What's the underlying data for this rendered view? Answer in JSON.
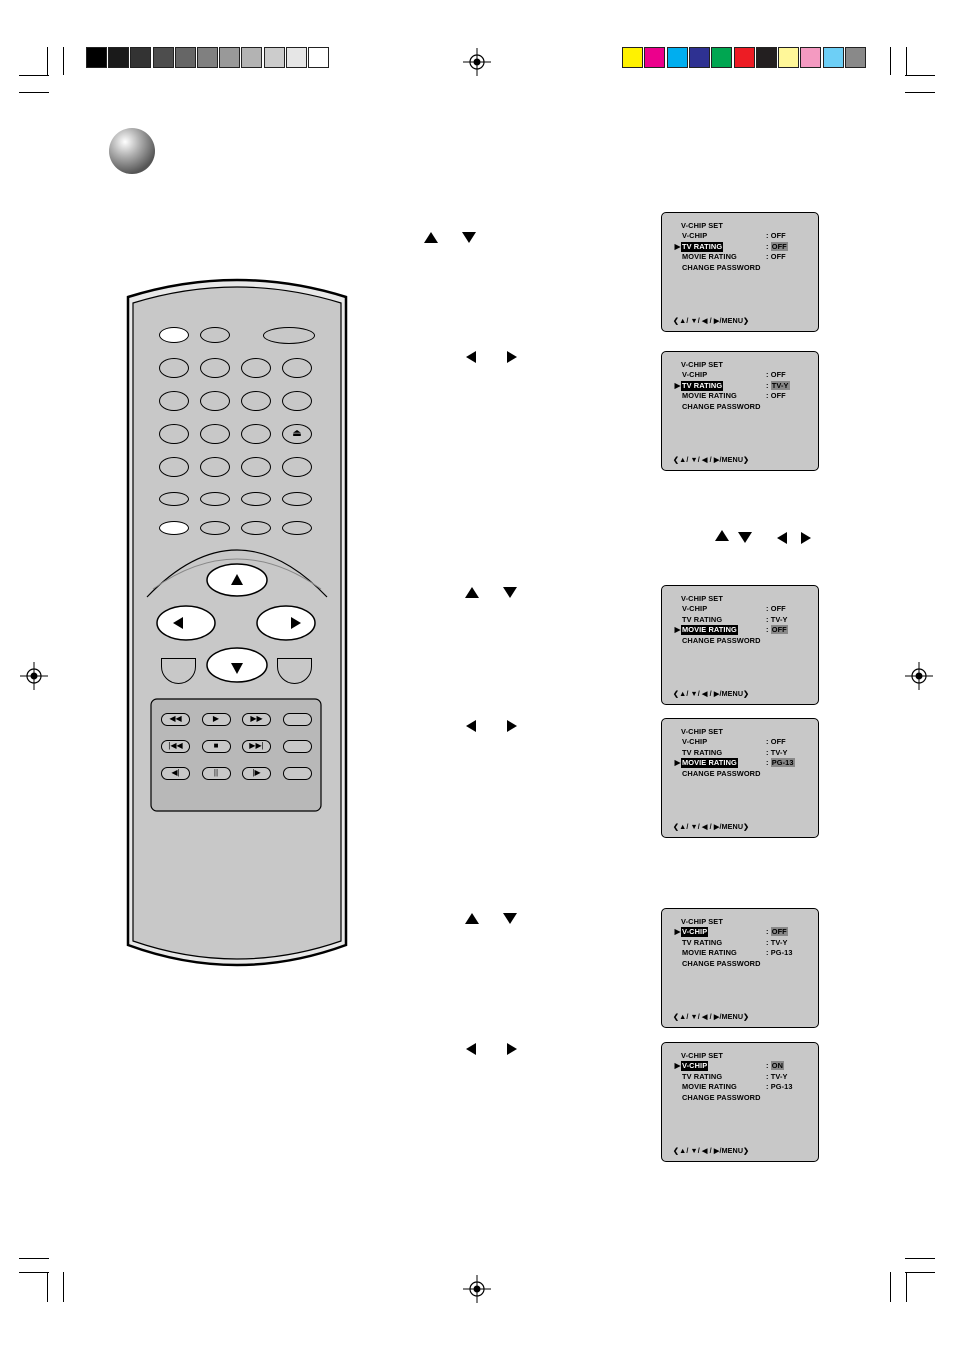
{
  "print_marks": {
    "gray_swatches": [
      "#000000",
      "#1a1a1a",
      "#333333",
      "#4d4d4d",
      "#666666",
      "#808080",
      "#999999",
      "#b3b3b3",
      "#cccccc",
      "#e6e6e6",
      "#ffffff"
    ],
    "color_swatches": [
      "#fff200",
      "#ec008c",
      "#00aeef",
      "#2e3192",
      "#00a651",
      "#ed1c24",
      "#231f20",
      "#fff799",
      "#f49ac1",
      "#6dcff6",
      "#898989"
    ]
  },
  "osd_screens": [
    {
      "title": "V-CHIP SET",
      "rows": [
        {
          "cursor": "",
          "label": "V-CHIP",
          "value": ": OFF",
          "selected": false
        },
        {
          "cursor": "▶",
          "label": "TV RATING",
          "value": ": OFF",
          "selected": true
        },
        {
          "cursor": "",
          "label": "MOVIE RATING",
          "value": ": OFF",
          "selected": false
        },
        {
          "cursor": "",
          "label": "CHANGE PASSWORD",
          "value": "",
          "selected": false
        }
      ],
      "nav": "❮▲/ ▼/ ◀ / ▶/MENU❯"
    },
    {
      "title": "V-CHIP SET",
      "rows": [
        {
          "cursor": "",
          "label": "V-CHIP",
          "value": ": OFF",
          "selected": false
        },
        {
          "cursor": "▶",
          "label": "TV RATING",
          "value": ": TV-Y",
          "selected": true
        },
        {
          "cursor": "",
          "label": "MOVIE RATING",
          "value": ": OFF",
          "selected": false
        },
        {
          "cursor": "",
          "label": "CHANGE PASSWORD",
          "value": "",
          "selected": false
        }
      ],
      "nav": "❮▲/ ▼/ ◀ / ▶/MENU❯"
    },
    {
      "title": "V-CHIP SET",
      "rows": [
        {
          "cursor": "",
          "label": "V-CHIP",
          "value": ": OFF",
          "selected": false
        },
        {
          "cursor": "",
          "label": "TV RATING",
          "value": ": TV-Y",
          "selected": false
        },
        {
          "cursor": "▶",
          "label": "MOVIE RATING",
          "value": ": OFF",
          "selected": true
        },
        {
          "cursor": "",
          "label": "CHANGE PASSWORD",
          "value": "",
          "selected": false
        }
      ],
      "nav": "❮▲/ ▼/ ◀ / ▶/MENU❯"
    },
    {
      "title": "V-CHIP SET",
      "rows": [
        {
          "cursor": "",
          "label": "V-CHIP",
          "value": ": OFF",
          "selected": false
        },
        {
          "cursor": "",
          "label": "TV RATING",
          "value": ": TV-Y",
          "selected": false
        },
        {
          "cursor": "▶",
          "label": "MOVIE RATING",
          "value": ": PG-13",
          "selected": true
        },
        {
          "cursor": "",
          "label": "CHANGE PASSWORD",
          "value": "",
          "selected": false
        }
      ],
      "nav": "❮▲/ ▼/ ◀ / ▶/MENU❯"
    },
    {
      "title": "V-CHIP SET",
      "rows": [
        {
          "cursor": "▶",
          "label": "V-CHIP",
          "value": ": OFF",
          "selected": true
        },
        {
          "cursor": "",
          "label": "TV RATING",
          "value": ": TV-Y",
          "selected": false
        },
        {
          "cursor": "",
          "label": "MOVIE RATING",
          "value": ": PG-13",
          "selected": false
        },
        {
          "cursor": "",
          "label": "CHANGE PASSWORD",
          "value": "",
          "selected": false
        }
      ],
      "nav": "❮▲/ ▼/ ◀ / ▶/MENU❯"
    },
    {
      "title": "V-CHIP SET",
      "rows": [
        {
          "cursor": "▶",
          "label": "V-CHIP",
          "value": ": ON",
          "selected": true
        },
        {
          "cursor": "",
          "label": "TV RATING",
          "value": ": TV-Y",
          "selected": false
        },
        {
          "cursor": "",
          "label": "MOVIE RATING",
          "value": ": PG-13",
          "selected": false
        },
        {
          "cursor": "",
          "label": "CHANGE PASSWORD",
          "value": "",
          "selected": false
        }
      ],
      "nav": "❮▲/ ▼/ ◀ / ▶/MENU❯"
    }
  ],
  "remote": {
    "transport_glyphs": [
      "◀◀",
      "▶",
      "▶▶",
      "",
      "|◀◀",
      "■",
      "▶▶|",
      "",
      "◀|",
      "||",
      "|▶",
      ""
    ],
    "eject_glyph": "⏏",
    "colors": {
      "body": "#c8c8c8",
      "outline": "#000000",
      "frame": "#e8e8e8"
    }
  },
  "colors": {
    "osd_bg": "#c8c8c8",
    "osd_highlight": "#000000",
    "osd_value_highlight": "#888888",
    "sphere": "#9a9a9a"
  }
}
